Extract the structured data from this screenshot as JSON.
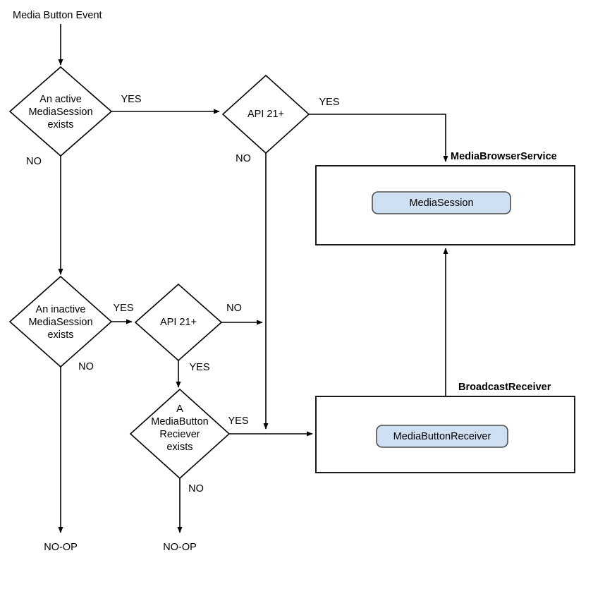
{
  "diagram": {
    "title_text": "Media Button Event",
    "nodes": {
      "start": {
        "label": "Media Button Event"
      },
      "active_session": {
        "line1": "An active",
        "line2": "MediaSession",
        "line3": "exists"
      },
      "api21_top": {
        "label": "API 21+"
      },
      "inactive_session": {
        "line1": "An inactive",
        "line2": "MediaSession",
        "line3": "exists"
      },
      "api21_bottom": {
        "label": "API 21+"
      },
      "media_button_receiver_check": {
        "line1": "A",
        "line2": "MediaButton",
        "line3": "Reciever",
        "line4": "exists"
      },
      "noop_left": {
        "label": "NO-OP"
      },
      "noop_middle": {
        "label": "NO-OP"
      }
    },
    "containers": {
      "media_browser_service": {
        "title": "MediaBrowserService",
        "inner_component": "MediaSession"
      },
      "broadcast_receiver": {
        "title": "BroadcastReceiver",
        "inner_component": "MediaButtonReceiver"
      }
    },
    "edge_labels": {
      "active_yes": "YES",
      "active_no": "NO",
      "api21_top_yes": "YES",
      "api21_top_no": "NO",
      "inactive_yes": "YES",
      "inactive_no": "NO",
      "api21_bottom_no": "NO",
      "api21_bottom_yes": "YES",
      "mbr_yes": "YES",
      "mbr_no": "NO"
    },
    "colors": {
      "component_fill": "#cfe0f2",
      "component_border": "#4d4d4d",
      "line": "#000000",
      "background": "#ffffff"
    }
  }
}
